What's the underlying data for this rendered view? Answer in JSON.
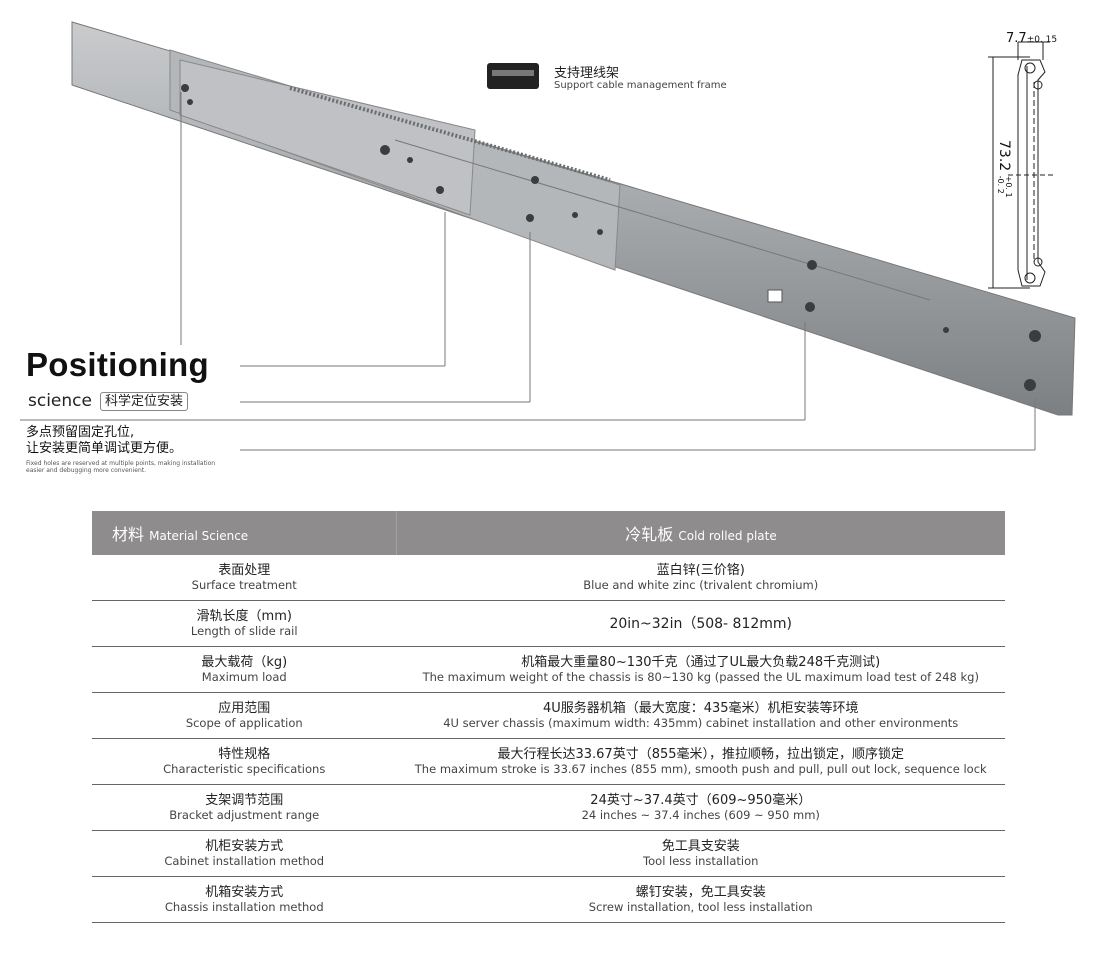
{
  "callout": {
    "title": "Positioning",
    "subtitle": "science",
    "tag": "科学定位安装",
    "desc_cn_1": "多点预留固定孔位,",
    "desc_cn_2": "让安装更简单调试更方便。",
    "desc_en_1": "Fixed holes are reserved at multiple points, making installation",
    "desc_en_2": "easier and debugging more convenient."
  },
  "legend": {
    "cn": "支持理线架",
    "en": "Support cable management frame"
  },
  "dimensions": {
    "width": "7.7",
    "width_tol": "±0. 15",
    "height": "73.2",
    "height_tol_plus": "+0. 1",
    "height_tol_minus": "-0. 2"
  },
  "table": {
    "header": {
      "label_cn": "材料",
      "label_en": "Material Science",
      "value_cn": "冷轧板",
      "value_en": "Cold rolled plate"
    },
    "rows": [
      {
        "cn": "表面处理",
        "en": "Surface treatment",
        "value_cn": "蓝白锌(三价铬)",
        "value_en": "Blue and white zinc (trivalent chromium)"
      },
      {
        "cn": "滑轨长度（mm)",
        "en": "Length of slide rail",
        "value_cn": "20in~32in（508- 812mm)",
        "value_en": ""
      },
      {
        "cn": "最大载荷（kg)",
        "en": "Maximum load",
        "value_cn": "机箱最大重量80~130千克（通过了UL最大负载248千克测试)",
        "value_en": "The maximum weight of the chassis is 80~130 kg (passed the UL maximum load test of 248 kg)"
      },
      {
        "cn": "应用范围",
        "en": "Scope of application",
        "value_cn": "4U服务器机箱（最大宽度：435毫米）机柜安装等环境",
        "value_en": "4U server chassis (maximum width: 435mm) cabinet installation and other environments"
      },
      {
        "cn": "特性规格",
        "en": "Characteristic specifications",
        "value_cn": "最大行程长达33.67英寸（855毫米），推拉顺畅，拉出锁定，顺序锁定",
        "value_en": "The maximum stroke is 33.67 inches (855 mm), smooth push and pull, pull out lock, sequence lock"
      },
      {
        "cn": "支架调节范围",
        "en": "Bracket adjustment range",
        "value_cn": "24英寸~37.4英寸（609~950毫米）",
        "value_en": "24 inches ~ 37.4 inches (609 ~ 950 mm)"
      },
      {
        "cn": "机柜安装方式",
        "en": "Cabinet installation method",
        "value_cn": "免工具支安装",
        "value_en": "Tool less installation"
      },
      {
        "cn": "机箱安装方式",
        "en": "Chassis installation method",
        "value_cn": "螺钉安装，免工具安装",
        "value_en": "Screw installation, tool less installation"
      }
    ]
  },
  "colors": {
    "header_bg": "#8e8c8c",
    "rail": "#a8abae"
  }
}
